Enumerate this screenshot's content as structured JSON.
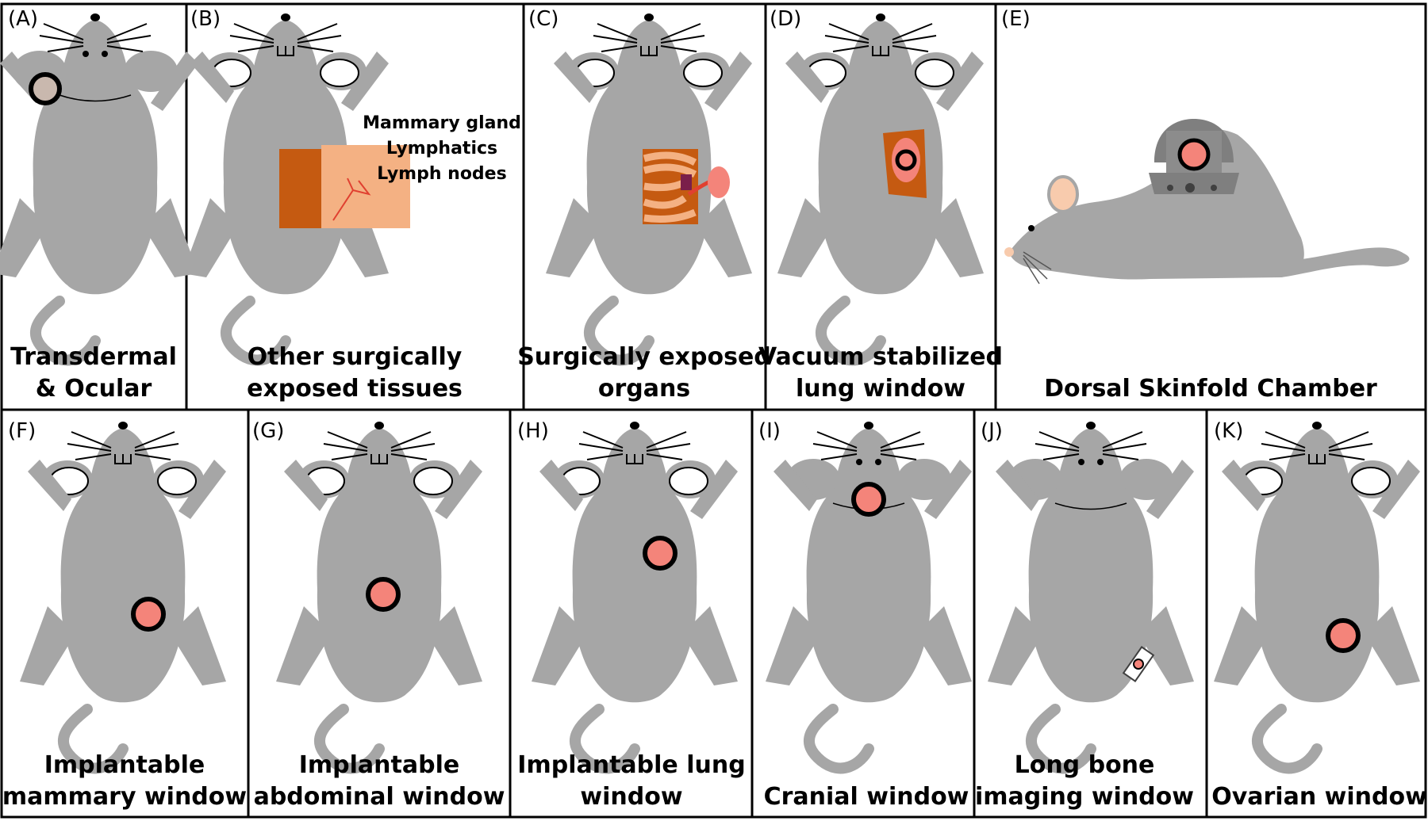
{
  "panels": [
    {
      "tag": "(A)",
      "caption": [
        "Transdermal",
        "& Ocular"
      ]
    },
    {
      "tag": "(B)",
      "caption": [
        "Other surgically",
        "exposed tissues"
      ],
      "notes": [
        "Mammary gland",
        "Lymphatics",
        "Lymph nodes"
      ]
    },
    {
      "tag": "(C)",
      "caption": [
        "Surgically exposed",
        "organs"
      ]
    },
    {
      "tag": "(D)",
      "caption": [
        "Vacuum stabilized",
        "lung window"
      ]
    },
    {
      "tag": "(E)",
      "caption": [
        "Dorsal Skinfold Chamber"
      ]
    },
    {
      "tag": "(F)",
      "caption": [
        "Implantable",
        "mammary window"
      ]
    },
    {
      "tag": "(G)",
      "caption": [
        "Implantable",
        "abdominal window"
      ]
    },
    {
      "tag": "(H)",
      "caption": [
        "Implantable lung",
        "window"
      ]
    },
    {
      "tag": "(I)",
      "caption": [
        "Cranial window"
      ]
    },
    {
      "tag": "(J)",
      "caption": [
        "Long bone",
        "imaging window"
      ]
    },
    {
      "tag": "(K)",
      "caption": [
        "Ovarian window"
      ]
    }
  ],
  "colors": {
    "mouse_body": "#a6a6a6",
    "window_fill": "#f4847a",
    "window_ring": "#000000",
    "skin_flap_dark": "#c55a11",
    "skin_flap_light": "#f4b183",
    "ocular_fill": "#c9b8ae",
    "chamber_metal": "#7f7f7f",
    "ear_pink": "#f8cbad"
  }
}
